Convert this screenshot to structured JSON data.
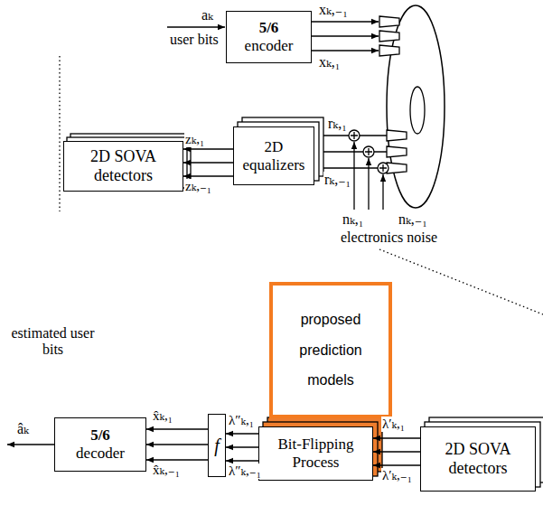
{
  "diagram": {
    "nodes": [
      {
        "text": [
          "5/6",
          "encoder"
        ]
      },
      {
        "text": [
          "2D equalizers"
        ]
      },
      {
        "text": [
          "2D SOVA detectors"
        ]
      },
      {
        "text": [
          "proposed prediction models"
        ]
      },
      {
        "text": [
          "5/6",
          "decoder"
        ]
      },
      {
        "text": [
          "f"
        ]
      },
      {
        "text": [
          "Bit-Flipping Process"
        ]
      },
      {
        "text": [
          "2D SOVA detectors"
        ]
      }
    ],
    "edges": [
      {
        "from": 1,
        "to": 2,
        "arrow": "to",
        "label": "zₖ,₁"
      },
      {
        "from": 1,
        "to": 2,
        "arrow": "to"
      },
      {
        "from": 1,
        "to": 2,
        "arrow": "to",
        "label": "zₖ,₋₁"
      },
      {
        "from": 7,
        "to": 6,
        "arrow": "to",
        "label": "λ′ₖ,₁"
      },
      {
        "from": 7,
        "to": 6,
        "arrow": "to"
      },
      {
        "from": 7,
        "to": 6,
        "arrow": "to",
        "label": "λ′ₖ,₋₁"
      },
      {
        "from": 6,
        "to": 5,
        "arrow": "to",
        "label": "λ″ₖ,₁"
      },
      {
        "from": 6,
        "to": 5,
        "arrow": "to"
      },
      {
        "from": 6,
        "to": 5,
        "arrow": "to",
        "label": "λ″ₖ,₋₁"
      },
      {
        "from": 5,
        "to": 4,
        "arrow": "to",
        "label": "x̂ₖ,₁"
      },
      {
        "from": 5,
        "to": 4,
        "arrow": "to"
      },
      {
        "from": 5,
        "to": 4,
        "arrow": "to",
        "label": "x̂ₖ,₋₁"
      }
    ],
    "labels": [
      "aₖ",
      "user bits",
      "xₖ,₋₁",
      "xₖ,₁",
      "rₖ,₁",
      "rₖ,₋₁",
      "nₖ,₁",
      "nₖ,₋₁",
      "electronics noise",
      "estimated user bits",
      "âₖ"
    ]
  }
}
